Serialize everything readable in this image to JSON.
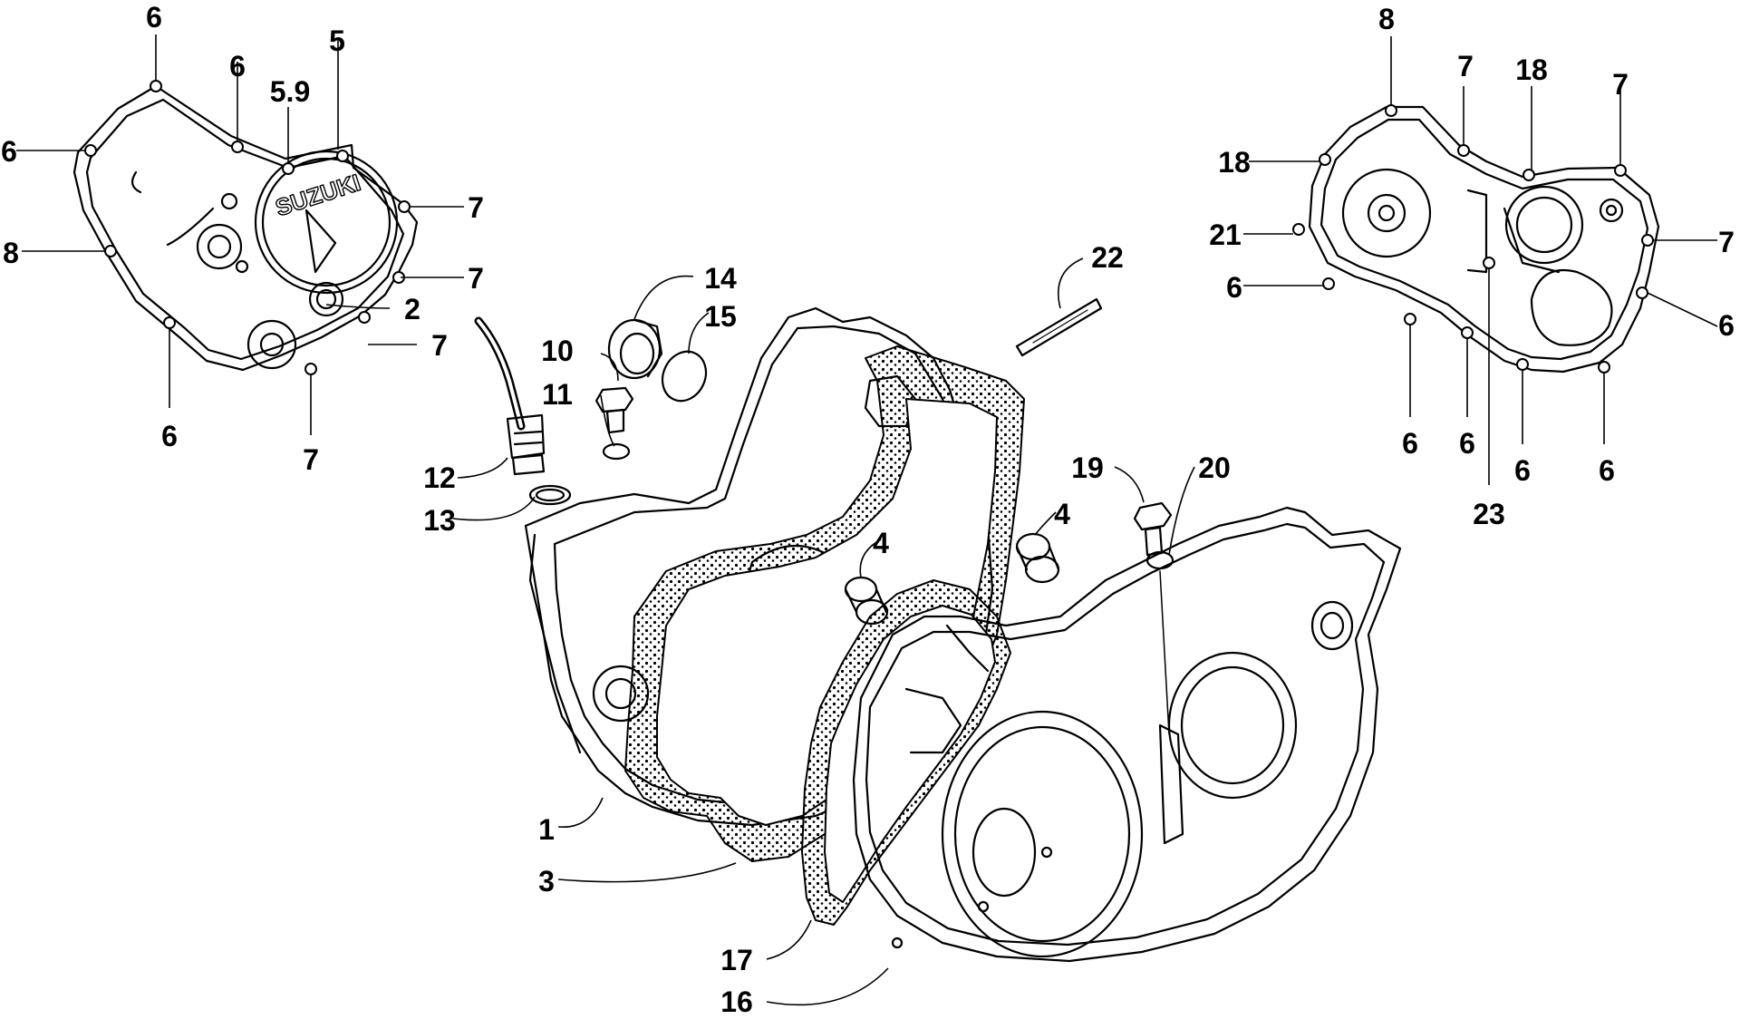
{
  "diagram": {
    "brand_text": "SUZUKI",
    "line_color": "#000000",
    "background": "#ffffff",
    "callouts": [
      {
        "id": "c6a",
        "text": "6"
      },
      {
        "id": "c6b",
        "text": "6"
      },
      {
        "id": "c6c",
        "text": "6"
      },
      {
        "id": "c8a",
        "text": "8"
      },
      {
        "id": "c59",
        "text": "5.9"
      },
      {
        "id": "c5",
        "text": "5"
      },
      {
        "id": "c7a",
        "text": "7"
      },
      {
        "id": "c7b",
        "text": "7"
      },
      {
        "id": "c2",
        "text": "2"
      },
      {
        "id": "c7c",
        "text": "7"
      },
      {
        "id": "c6d",
        "text": "6"
      },
      {
        "id": "c7d",
        "text": "7"
      },
      {
        "id": "c14",
        "text": "14"
      },
      {
        "id": "c15",
        "text": "15"
      },
      {
        "id": "c10",
        "text": "10"
      },
      {
        "id": "c11",
        "text": "11"
      },
      {
        "id": "c12",
        "text": "12"
      },
      {
        "id": "c13",
        "text": "13"
      },
      {
        "id": "c22",
        "text": "22"
      },
      {
        "id": "c4a",
        "text": "4"
      },
      {
        "id": "c4b",
        "text": "4"
      },
      {
        "id": "c19",
        "text": "19"
      },
      {
        "id": "c20",
        "text": "20"
      },
      {
        "id": "c1",
        "text": "1"
      },
      {
        "id": "c3",
        "text": "3"
      },
      {
        "id": "c17",
        "text": "17"
      },
      {
        "id": "c16",
        "text": "16"
      },
      {
        "id": "c8b",
        "text": "8"
      },
      {
        "id": "c7e",
        "text": "7"
      },
      {
        "id": "c18a",
        "text": "18"
      },
      {
        "id": "c18b",
        "text": "18"
      },
      {
        "id": "c7f",
        "text": "7"
      },
      {
        "id": "c21",
        "text": "21"
      },
      {
        "id": "c7g",
        "text": "7"
      },
      {
        "id": "c6e",
        "text": "6"
      },
      {
        "id": "c6f",
        "text": "6"
      },
      {
        "id": "c6g",
        "text": "6"
      },
      {
        "id": "c6h",
        "text": "6"
      },
      {
        "id": "c6i",
        "text": "6"
      },
      {
        "id": "c6j",
        "text": "6"
      },
      {
        "id": "c23",
        "text": "23"
      }
    ]
  }
}
